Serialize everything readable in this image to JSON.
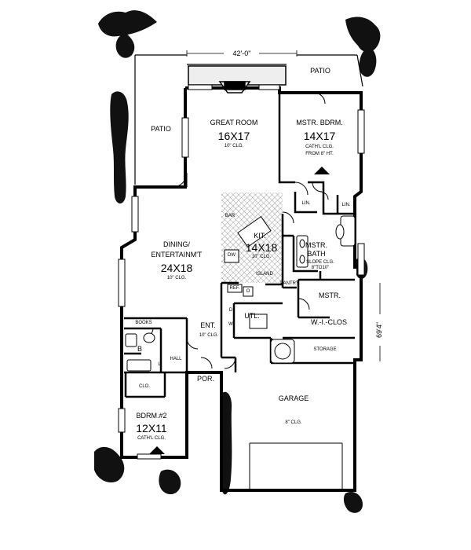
{
  "dimensions": {
    "width": "42'-0\"",
    "depth": "69'4\""
  },
  "rooms": {
    "patio_left": {
      "name": "PATIO"
    },
    "patio_right": {
      "name": "PATIO"
    },
    "great_room": {
      "name": "GREAT ROOM",
      "size": "16X17",
      "ceiling": "10\" CLG."
    },
    "master_bedroom": {
      "name": "MSTR. BDRM.",
      "size": "14X17",
      "ceiling1": "CATH'L CLG.",
      "ceiling2": "FROM 8\" HT."
    },
    "dining": {
      "name1": "DINING/",
      "name2": "ENTERTAINM'T",
      "size": "24X18",
      "ceiling": "10\" CLG."
    },
    "kitchen": {
      "name": "KIT.",
      "size": "14X18",
      "ceiling": "10\" CLG.",
      "bar": "BAR",
      "island": "ISLAND"
    },
    "master_bath": {
      "name1": "MSTR.",
      "name2": "BATH",
      "ceiling1": "SLOPE CLG.",
      "ceiling2": "8\"TO10\""
    },
    "lin1": "LIN.",
    "lin2": "LIN.",
    "pantry": "PANTRY",
    "ref": "REF.",
    "dw": "DW",
    "d": "D",
    "w": "W",
    "o": "O",
    "utility": {
      "name": "UTL."
    },
    "entry": {
      "name": "ENT.",
      "ceiling": "10\" CLG."
    },
    "master_closet": {
      "name1": "MSTR.",
      "name2": "W.-I.-CLOS"
    },
    "books": "BOOKS",
    "bath2": "B",
    "hall": "HALL",
    "linen_small": "L",
    "closet": "CLO.",
    "porch": "POR.",
    "storage": "STORAGE",
    "garage": {
      "name": "GARAGE",
      "ceiling": "8\" CLG."
    },
    "bedroom2": {
      "name": "BDRM.#2",
      "size": "12X11",
      "ceiling": "CATH'L CLG."
    }
  }
}
